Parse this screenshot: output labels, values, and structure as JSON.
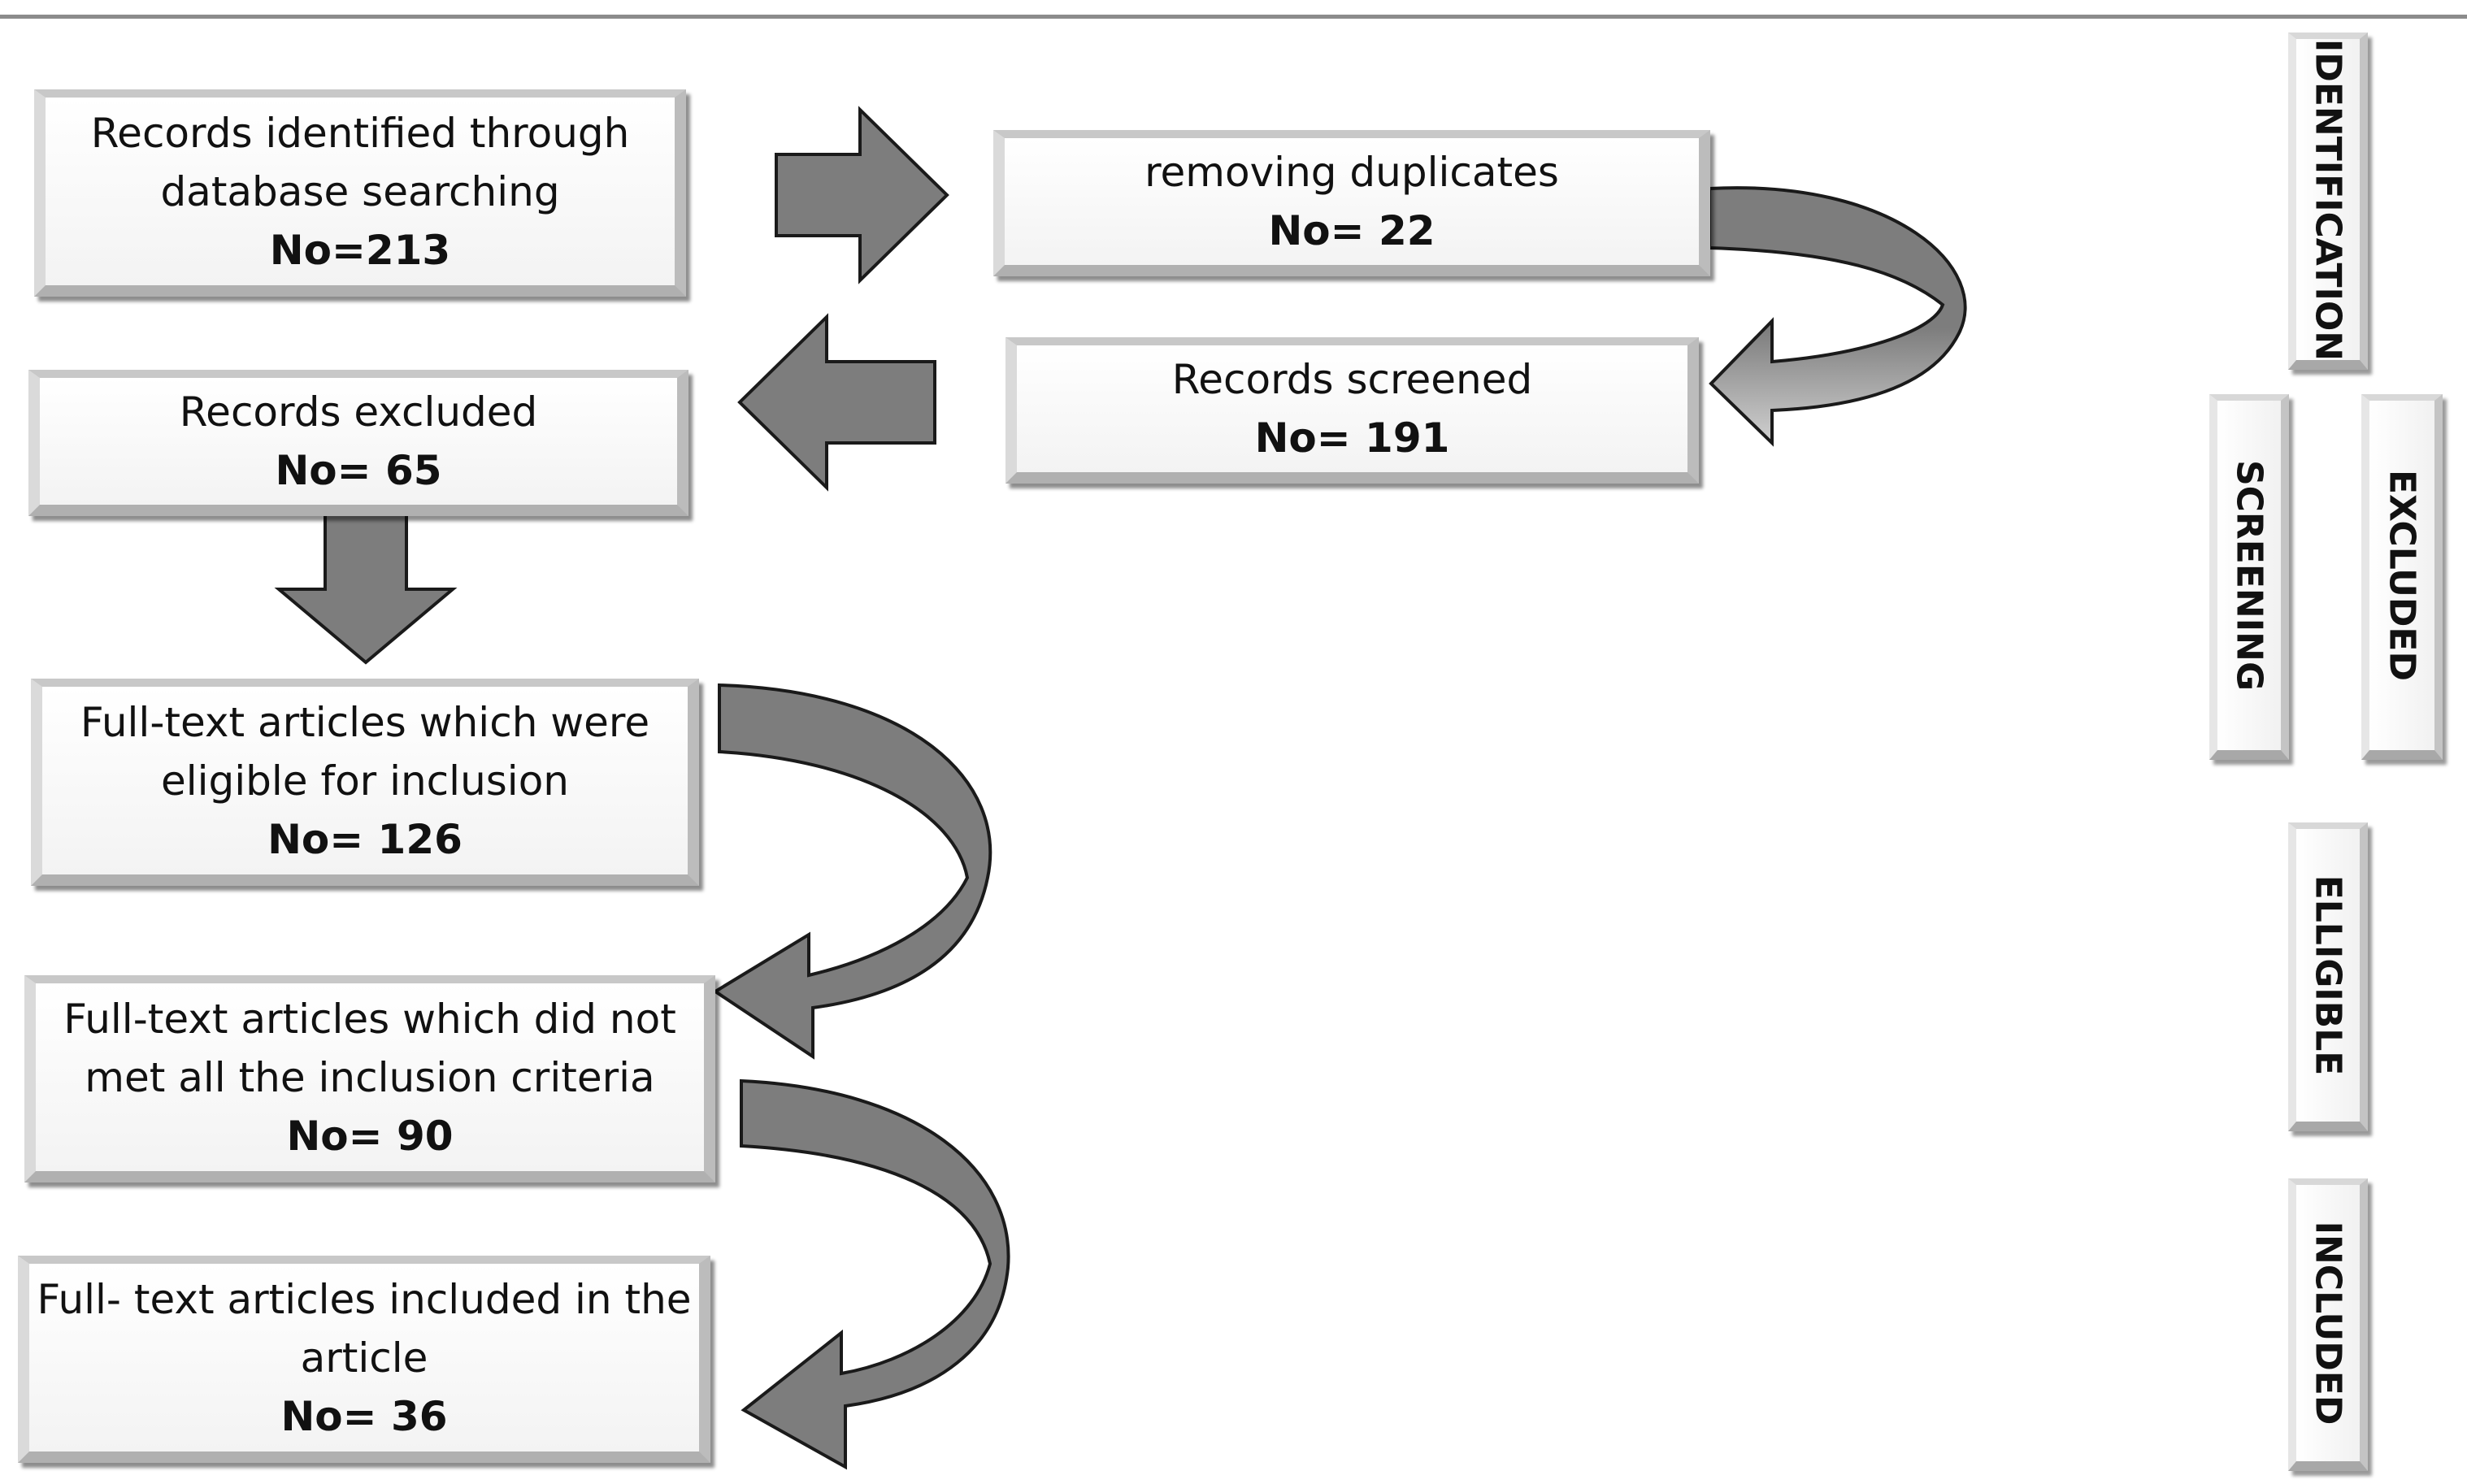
{
  "boxes": {
    "identified": {
      "text": [
        "Records identified through",
        "database searching"
      ],
      "count": "No=213"
    },
    "duplicates": {
      "text": [
        "removing duplicates"
      ],
      "count": "No= 22"
    },
    "screened": {
      "text": [
        "Records screened"
      ],
      "count": "No= 191"
    },
    "excluded": {
      "text": [
        "Records excluded"
      ],
      "count": "No= 65"
    },
    "eligible": {
      "text": [
        "Full-text articles which were",
        "eligible for inclusion"
      ],
      "count": "No= 126"
    },
    "not_met": {
      "text": [
        "Full-text articles which did not",
        "met all the inclusion criteria"
      ],
      "count": "No= 90"
    },
    "included": {
      "text": [
        "Full- text articles included in the",
        "article"
      ],
      "count": "No= 36"
    }
  },
  "stages": {
    "identification": "IDENTIFICATION",
    "screening": "SCREENING",
    "excluded": "EXCLUDED",
    "eligible": "ELLIGIBLE",
    "included": "INCLUDED"
  },
  "colors": {
    "arrow_fill": "#7d7d7d",
    "arrow_light": "#d0d0d0",
    "arrow_stroke": "#1a1a1a"
  }
}
